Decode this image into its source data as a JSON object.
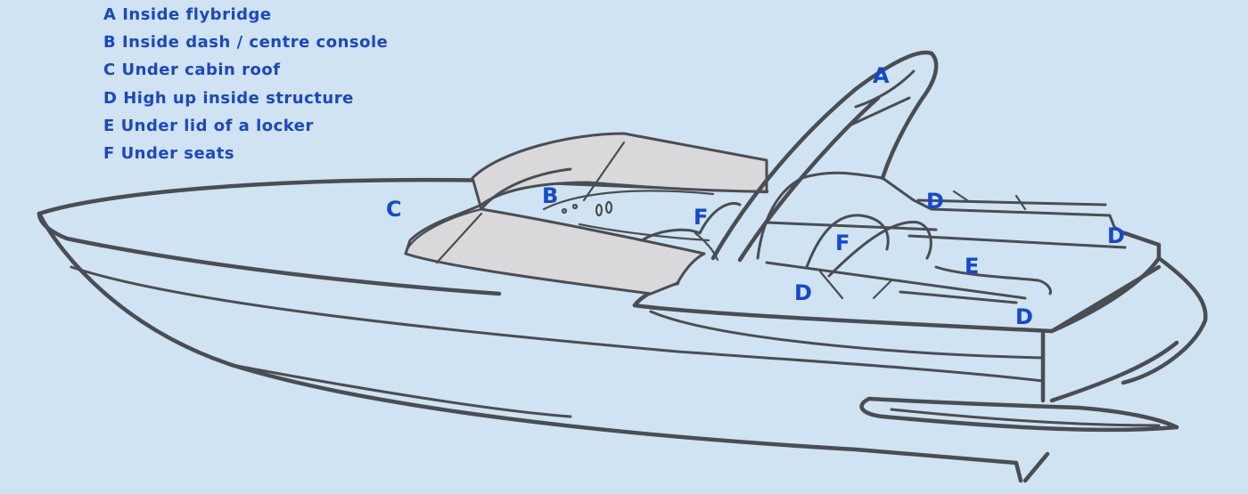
{
  "legend": [
    {
      "key": "A",
      "text": "Inside flybridge"
    },
    {
      "key": "B",
      "text": "Inside dash / centre console"
    },
    {
      "key": "C",
      "text": "Under cabin roof"
    },
    {
      "key": "D",
      "text": "High up inside structure"
    },
    {
      "key": "E",
      "text": "Under lid of a locker"
    },
    {
      "key": "F",
      "text": "Under seats"
    }
  ],
  "markers": {
    "a": "A",
    "b": "B",
    "c": "C",
    "d1": "D",
    "d2": "D",
    "d3": "D",
    "d4": "D",
    "e": "E",
    "f1": "F",
    "f2": "F"
  },
  "colors": {
    "background": "#cfe3f2",
    "label": "#1448d4",
    "outline": "#4a4d52",
    "roof": "#d9d9db"
  }
}
